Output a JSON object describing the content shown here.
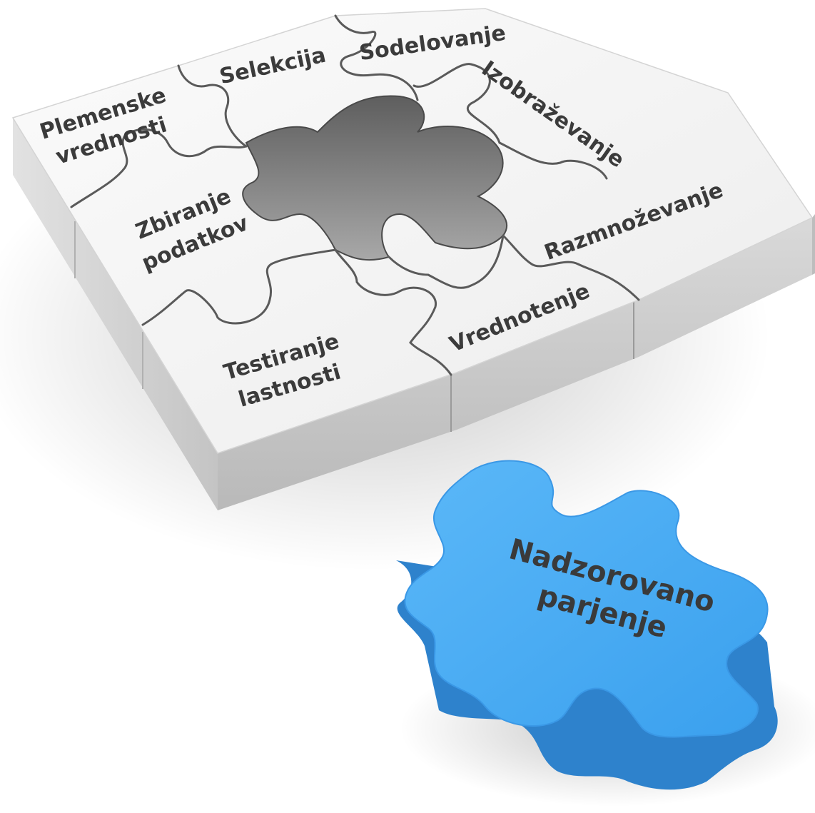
{
  "puzzle": {
    "pieces": [
      {
        "id": "plemenske",
        "lines": [
          "Plemenske",
          "vrednosti"
        ]
      },
      {
        "id": "selekcija",
        "lines": [
          "Selekcija"
        ]
      },
      {
        "id": "sodelovanje",
        "lines": [
          "Sodelovanje"
        ]
      },
      {
        "id": "izobrazevanje",
        "lines": [
          "Izobraževanje"
        ]
      },
      {
        "id": "zbiranje",
        "lines": [
          "Zbiranje",
          "podatkov"
        ]
      },
      {
        "id": "razmnozevanje",
        "lines": [
          "Razmnoževanje"
        ]
      },
      {
        "id": "testiranje",
        "lines": [
          "Testiranje",
          "lastnosti"
        ]
      },
      {
        "id": "vrednotenje",
        "lines": [
          "Vrednotenje"
        ]
      }
    ],
    "missing_piece": {
      "lines": [
        "Nadzorovano",
        "parjenje"
      ]
    }
  },
  "colors": {
    "piece_face": "#f4f4f4",
    "piece_side": "#cfcfcf",
    "cut_line": "#585858",
    "hole": "#8c8c8c",
    "blue_face": "#4aaef5",
    "blue_side": "#2c7fc9"
  }
}
